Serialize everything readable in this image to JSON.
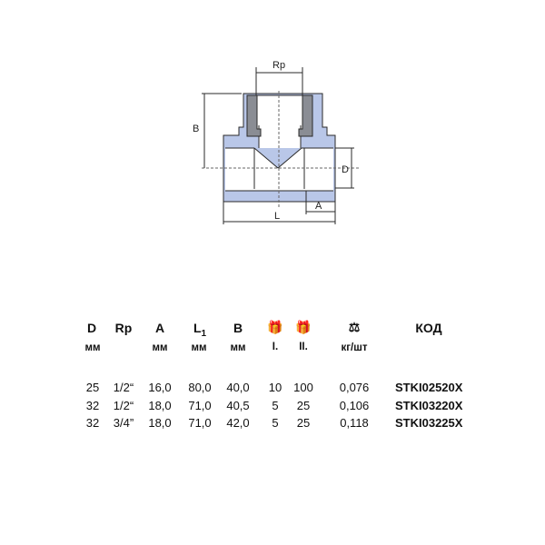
{
  "diagram": {
    "labels": {
      "rp": "Rp",
      "b": "B",
      "d": "D",
      "a": "A",
      "l": "L"
    },
    "colors": {
      "body": "#b9c7e8",
      "thread": "#8a8d94",
      "outline": "#2a2a2a"
    }
  },
  "table": {
    "headers": [
      "D",
      "Rp",
      "A",
      "L1",
      "B",
      "I.",
      "II.",
      "kg_icon",
      "КОД"
    ],
    "header_l_main": "L",
    "header_l_sub": "1",
    "units": {
      "D": "мм",
      "A": "мм",
      "L1": "мм",
      "B": "мм",
      "I": "I.",
      "II": "II.",
      "weight": "кг/шт"
    },
    "icons": {
      "pack_small": "package-icon",
      "pack_large": "package-icon",
      "weight": "scale-icon"
    },
    "header_code": "КОД",
    "rows": [
      {
        "D": "25",
        "Rp": "1/2“",
        "A": "16,0",
        "L1": "80,0",
        "B": "40,0",
        "I": "10",
        "II": "100",
        "weight": "0,076",
        "code": "STKI02520X"
      },
      {
        "D": "32",
        "Rp": "1/2“",
        "A": "18,0",
        "L1": "71,0",
        "B": "40,5",
        "I": "5",
        "II": "25",
        "weight": "0,106",
        "code": "STKI03220X"
      },
      {
        "D": "32",
        "Rp": "3/4”",
        "A": "18,0",
        "L1": "71,0",
        "B": "42,0",
        "I": "5",
        "II": "25",
        "weight": "0,118",
        "code": "STKI03225X"
      }
    ]
  }
}
